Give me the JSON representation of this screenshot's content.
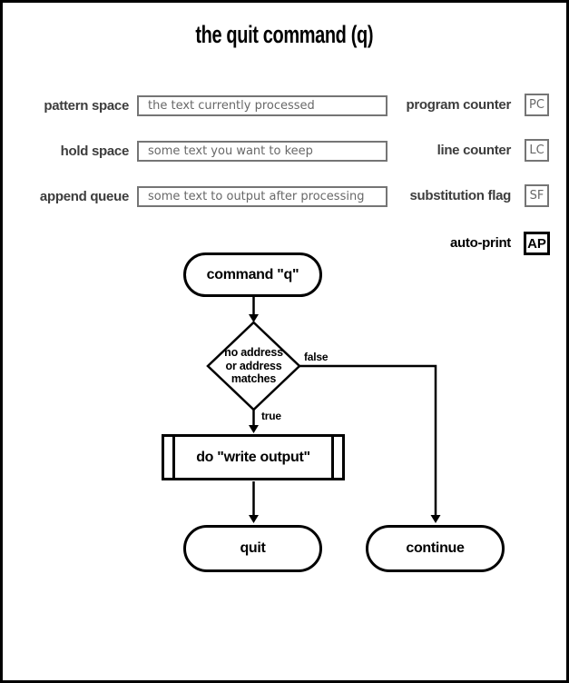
{
  "title": "the quit command (q)",
  "registers": {
    "left": [
      {
        "label": "pattern space",
        "value": "the text currently processed"
      },
      {
        "label": "hold space",
        "value": "some text you want to keep"
      },
      {
        "label": "append queue",
        "value": "some text to output after processing"
      }
    ],
    "right": [
      {
        "label": "program counter",
        "abbr": "PC"
      },
      {
        "label": "line counter",
        "abbr": "LC"
      },
      {
        "label": "substitution flag",
        "abbr": "SF"
      },
      {
        "label": "auto-print",
        "abbr": "AP"
      }
    ]
  },
  "flowchart": {
    "start": "command \"q\"",
    "decision": {
      "lines": [
        "no address",
        "or address",
        "matches"
      ]
    },
    "false_label": "false",
    "true_label": "true",
    "process": "do \"write output\"",
    "end_quit": "quit",
    "end_continue": "continue"
  },
  "colors": {
    "background": "#ffffff",
    "line": "#000000",
    "muted_border": "#757575",
    "muted_text": "#686868",
    "label_text": "#3d3d3d"
  }
}
